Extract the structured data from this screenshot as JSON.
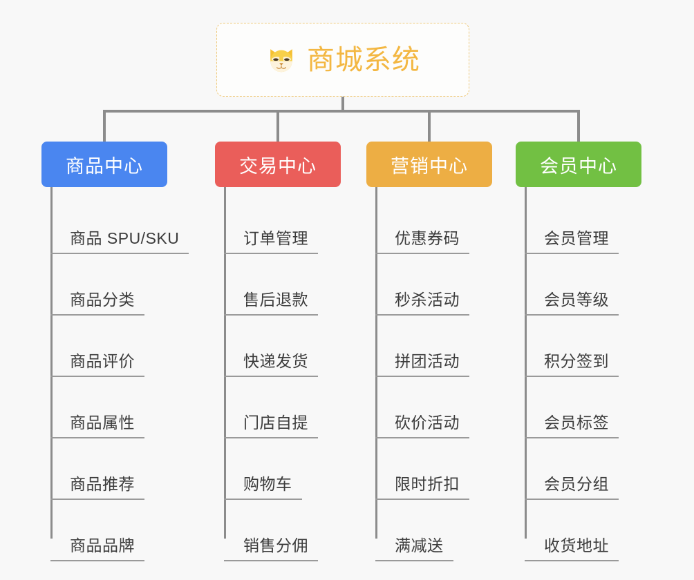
{
  "background_color": "#f8f8f8",
  "root": {
    "title": "商城系统",
    "icon": "shiba-dog-icon",
    "border_color": "#efc97a",
    "text_color": "#f3b742"
  },
  "connector_color": "#8c8c8c",
  "columns": [
    {
      "id": "product-center",
      "label": "商品中心",
      "color": "#4a86f0",
      "items": [
        "商品 SPU/SKU",
        "商品分类",
        "商品评价",
        "商品属性",
        "商品推荐",
        "商品品牌"
      ]
    },
    {
      "id": "trade-center",
      "label": "交易中心",
      "color": "#ea5e5a",
      "items": [
        "订单管理",
        "售后退款",
        "快递发货",
        "门店自提",
        "购物车",
        "销售分佣"
      ]
    },
    {
      "id": "marketing-center",
      "label": "营销中心",
      "color": "#edae44",
      "items": [
        "优惠券码",
        "秒杀活动",
        "拼团活动",
        "砍价活动",
        "限时折扣",
        "满减送"
      ]
    },
    {
      "id": "member-center",
      "label": "会员中心",
      "color": "#72c043",
      "items": [
        "会员管理",
        "会员等级",
        "积分签到",
        "会员标签",
        "会员分组",
        "收货地址"
      ]
    }
  ]
}
